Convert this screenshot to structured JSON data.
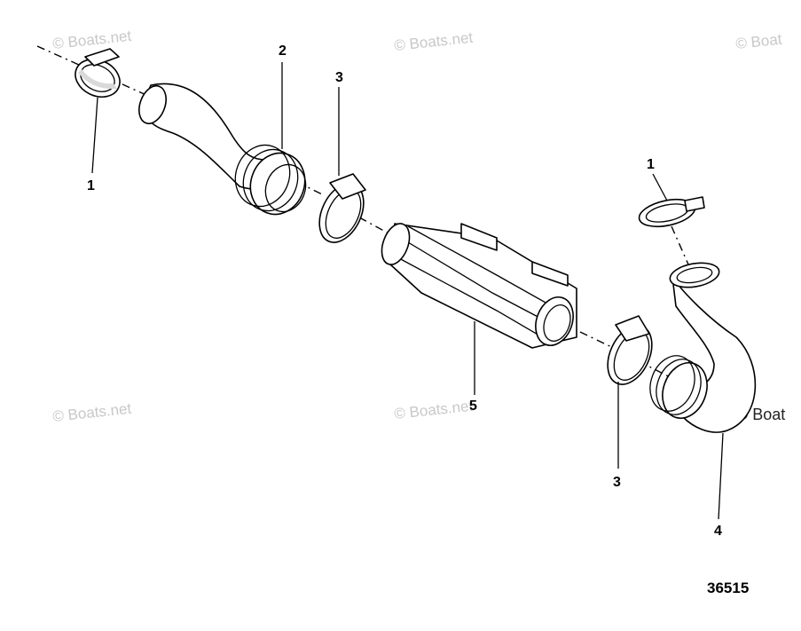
{
  "diagram": {
    "callouts": {
      "clamp_top_left": "1",
      "hose_upper": "2",
      "clamp_upper": "3",
      "clamp_right": "1",
      "cooler": "5",
      "clamp_lower": "3",
      "elbow_hose": "4"
    },
    "figure_number": "36515",
    "watermarks": [
      "© Boats.net",
      "© Boats.net",
      "© Boat",
      "© Boats.net",
      "© Boats.net",
      "© Boat"
    ]
  }
}
